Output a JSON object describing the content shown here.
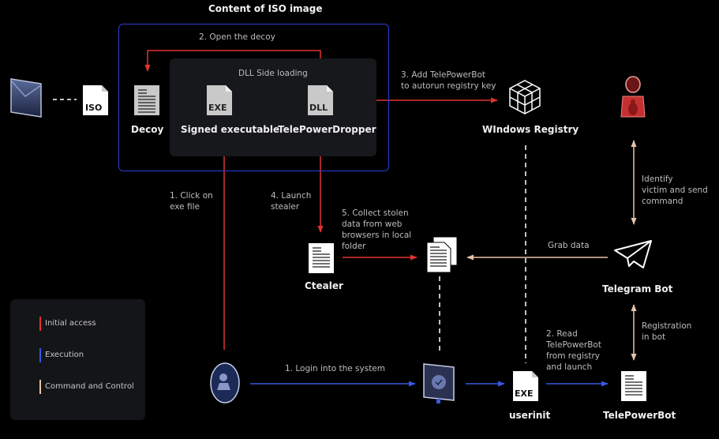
{
  "title": "Content of ISO image",
  "colors": {
    "initial_access": "#e0342c",
    "execution": "#3a58e0",
    "command_and_control": "#e8c2a8",
    "iso_border": "#2a3fd6"
  },
  "iso": {
    "file_label": "ISO",
    "panel_label": "DLL Side loading",
    "step_open_decoy": "2. Open the decoy",
    "nodes": {
      "decoy": "Decoy",
      "signed_exe": "Signed executable",
      "signed_exe_badge": "EXE",
      "dropper": "TelePowerDropper",
      "dropper_badge": "DLL"
    }
  },
  "nodes": {
    "registry": "WIndows Registry",
    "ctealer": "Ctealer",
    "telegram_bot": "Telegram Bot",
    "userinit": "userinit",
    "userinit_badge": "EXE",
    "telepowerbot": "TelePowerBot"
  },
  "steps": {
    "add_autorun": [
      "3. Add TelePowerBot",
      "to autorun registry key"
    ],
    "click_exe": [
      "1. Click on",
      "exe file"
    ],
    "launch_stealer": [
      "4. Launch",
      "stealer"
    ],
    "collect_data": [
      "5. Collect stolen",
      "data from web",
      "browsers in local",
      "folder"
    ],
    "grab_data": "Grab data",
    "identify_victim": [
      "Identify",
      "victim and send",
      "command"
    ],
    "registration": [
      "Registration",
      "in bot"
    ],
    "login": "1. Login into the system",
    "read_launch": [
      "2. Read",
      "TelePowerBot",
      "from registry",
      "and launch"
    ]
  },
  "legend": [
    {
      "label": "Initial access",
      "color": "#e0342c"
    },
    {
      "label": "Execution",
      "color": "#3a58e0"
    },
    {
      "label": "Command and Control",
      "color": "#e8c2a8"
    }
  ]
}
